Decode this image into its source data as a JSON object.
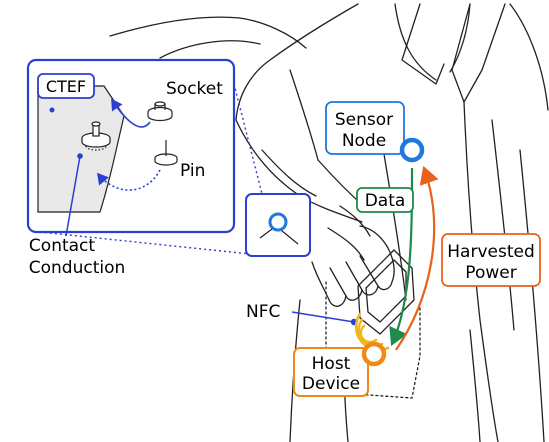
{
  "labels": {
    "ctef": "CTEF",
    "socket": "Socket",
    "pin": "Pin",
    "contact_line1": "Contact",
    "contact_line2": "Conduction",
    "sensor_line1": "Sensor",
    "sensor_line2": "Node",
    "data": "Data",
    "harvested_line1": "Harvested",
    "harvested_line2": "Power",
    "nfc": "NFC",
    "host_line1": "Host",
    "host_line2": "Device"
  },
  "colors": {
    "inset_frame": "#2b3fd1",
    "sensor": "#1e78e0",
    "data_arrow": "#1f8a4c",
    "power_arrow": "#e8621c",
    "host": "#f08a16",
    "nfc_waves": "#f0b81a",
    "outline": "#222222"
  },
  "icons": {
    "socket": "snap-socket-icon",
    "pin": "snap-pin-icon",
    "sensor": "ring-icon",
    "host": "ring-icon",
    "nfc": "nfc-waves-icon"
  }
}
